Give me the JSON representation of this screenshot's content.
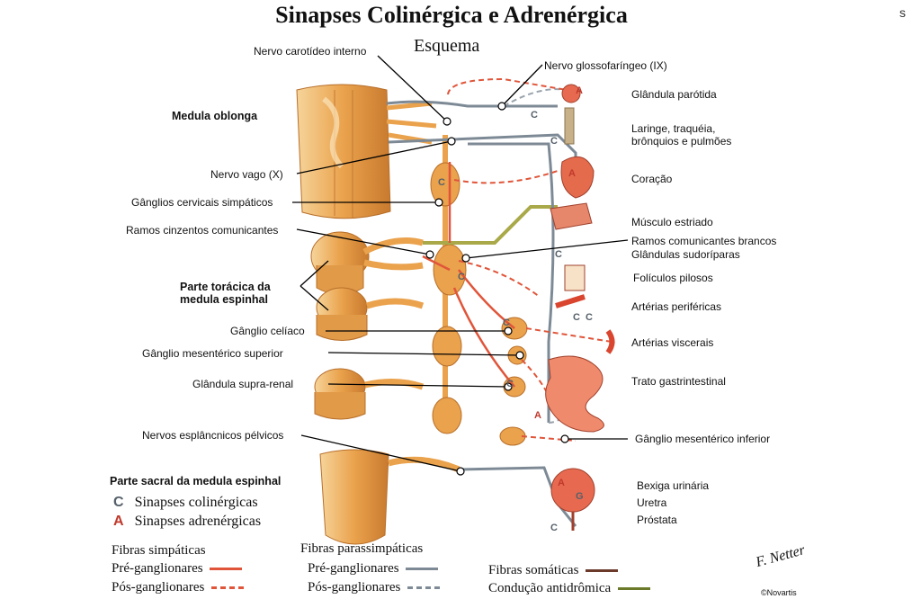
{
  "title": "Sinapses Colinérgica e Adrenérgica",
  "subtitle": "Esquema",
  "corner_mark": "s",
  "left_labels": {
    "nervo_carotideo": "Nervo carotídeo interno",
    "medula_oblonga": "Medula oblonga",
    "nervo_vago": "Nervo vago (X)",
    "ganglios_cervicais": "Gânglios cervicais simpáticos",
    "ramos_cinzentos": "Ramos cinzentos comunicantes",
    "parte_toracica": "Parte torácica da medula espinhal",
    "ganglio_celiaco": "Gânglio celíaco",
    "ganglio_mesenterico_superior": "Gânglio mesentérico superior",
    "glandula_supra_renal": "Glândula supra-renal",
    "nervos_esplancnicos": "Nervos esplâncnicos pélvicos",
    "parte_sacral": "Parte sacral da medula espinhal"
  },
  "right_labels": {
    "nervo_glossofaringeo": "Nervo glossofaríngeo (IX)",
    "glandula_parotida": "Glândula parótida",
    "laringe": "Laringe, traquéia, brônquios e pulmões",
    "coracao": "Coração",
    "musculo_estriado": "Músculo estriado",
    "ramos_brancos": "Ramos comunicantes brancos",
    "glandulas_sudoriparas": "Glândulas sudoríparas",
    "foliculos_pilosos": "Folículos pilosos",
    "arterias_perifericas": "Artérias periféricas",
    "arterias_viscerais": "Artérias viscerais",
    "trato_gastrintestinal": "Trato gastrintestinal",
    "ganglio_mesenterico_inferior": "Gânglio mesentérico inferior",
    "bexiga": "Bexiga urinária",
    "uretra": "Uretra",
    "prostata": "Próstata"
  },
  "synapse_legend": {
    "c_symbol": "C",
    "c_label": "Sinapses colinérgicas",
    "a_symbol": "A",
    "a_label": "Sinapses adrenérgicas"
  },
  "fiber_legend": {
    "simpaticas_title": "Fibras simpáticas",
    "pre_simp": "Pré-ganglionares",
    "pos_simp": "Pós-ganglionares",
    "parassimpaticas_title": "Fibras parassimpáticas",
    "pre_para": "Pré-ganglionares",
    "pos_para": "Pós-ganglionares",
    "somaticas": "Fibras somáticas",
    "antidromica": "Condução antidrômica"
  },
  "signature": {
    "artist": "F. Netter",
    "publisher": "©Novartis"
  },
  "colors": {
    "sympathetic": "#e0553a",
    "parasympathetic": "#7d8a96",
    "somatic": "#6b3a2a",
    "antidromic": "#6b7a2a",
    "tissue": "#f0b25e",
    "tissue_dark": "#d88a36",
    "pointer": "#000000"
  }
}
